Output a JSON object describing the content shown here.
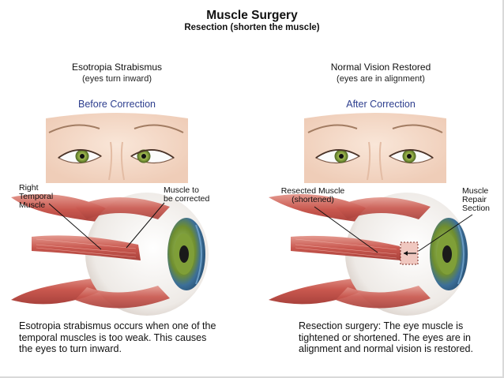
{
  "header": {
    "title": "Muscle Surgery",
    "subtitle": "Resection (shorten the muscle)"
  },
  "left_panel": {
    "heading": "Esotropia Strabismus",
    "subheading": "(eyes turn inward)",
    "stage_label": "Before Correction",
    "callouts": {
      "temporal_muscle_line1": "Right",
      "temporal_muscle_line2": "Temporal",
      "temporal_muscle_line3": "Muscle",
      "corrected_line1": "Muscle to",
      "corrected_line2": "be corrected"
    },
    "caption": "Esotropia strabismus occurs when one of the temporal muscles is too weak. This causes the eyes to turn inward."
  },
  "right_panel": {
    "heading": "Normal Vision Restored",
    "subheading": "(eyes are in alignment)",
    "stage_label": "After Correction",
    "callouts": {
      "resected_line1": "Resected Muscle",
      "resected_line2": "(shortened)",
      "repair_line1": "Muscle",
      "repair_line2": "Repair",
      "repair_line3": "Section"
    },
    "caption": "Resection surgery: The eye muscle is tightened or shortened. The eyes are in alignment and normal vision is restored."
  },
  "colors": {
    "skin": "#f6dfcf",
    "iris": "#7d9a3c",
    "muscle": "#cf6f66",
    "sclera": "#f3f1ee",
    "cornea": "#4a7fa8",
    "accent_text": "#2d3e8e"
  }
}
